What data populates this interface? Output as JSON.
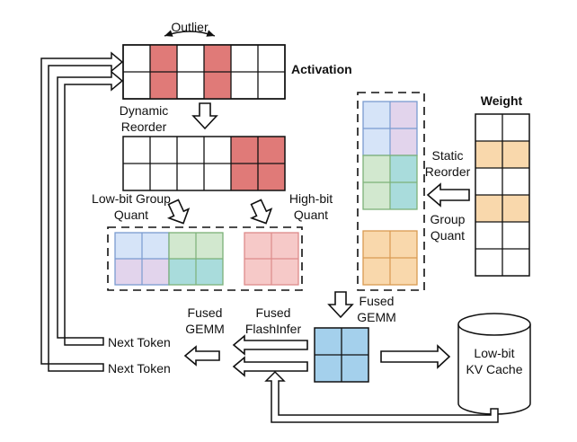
{
  "labels": {
    "outlier": "Outlier",
    "activation": "Activation",
    "dynamic_reorder_1": "Dynamic",
    "dynamic_reorder_2": "Reorder",
    "low_bit_group_1": "Low-bit Group",
    "low_bit_group_2": "Quant",
    "high_bit_1": "High-bit",
    "high_bit_2": "Quant",
    "weight": "Weight",
    "static_reorder_1": "Static",
    "static_reorder_2": "Reorder",
    "group_quant_1": "Group",
    "group_quant_2": "Quant",
    "fused_gemm_right_1": "Fused",
    "fused_gemm_right_2": "GEMM",
    "fused_gemm_left_1": "Fused",
    "fused_gemm_left_2": "GEMM",
    "fused_flashinfer_1": "Fused",
    "fused_flashinfer_2": "FlashInfer",
    "next_token_1": "Next Token",
    "next_token_2": "Next Token",
    "kv_cache_1": "Low-bit",
    "kv_cache_2": "KV Cache"
  },
  "colors": {
    "outlier_red": "#e07a78",
    "high_bit_pink": "#f6c9c8",
    "blue": "#d6e4f8",
    "purple": "#e2d4ec",
    "green": "#d2e8cf",
    "teal": "#a9dcdc",
    "orange": "#f9d8ac",
    "output_blue": "#a4d0ec"
  }
}
